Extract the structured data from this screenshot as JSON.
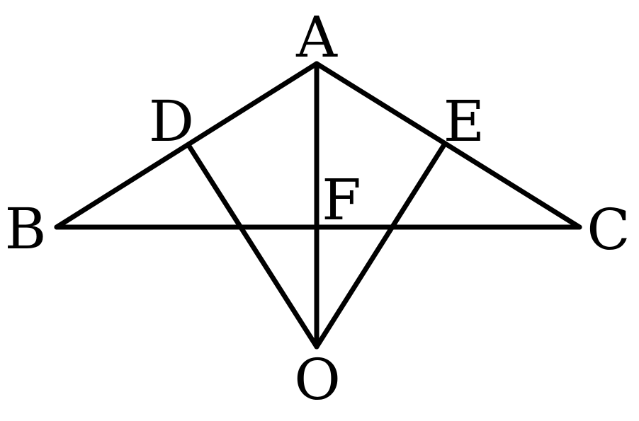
{
  "figure": {
    "labels": {
      "A": "A",
      "B": "B",
      "C": "C",
      "D": "D",
      "E": "E",
      "F": "F",
      "O": "O"
    },
    "segments": [
      [
        "A",
        "B"
      ],
      [
        "A",
        "C"
      ],
      [
        "B",
        "C"
      ],
      [
        "A",
        "O"
      ],
      [
        "D",
        "O"
      ],
      [
        "E",
        "O"
      ]
    ],
    "stroke_color": "#000000",
    "background_color": "#ffffff"
  }
}
